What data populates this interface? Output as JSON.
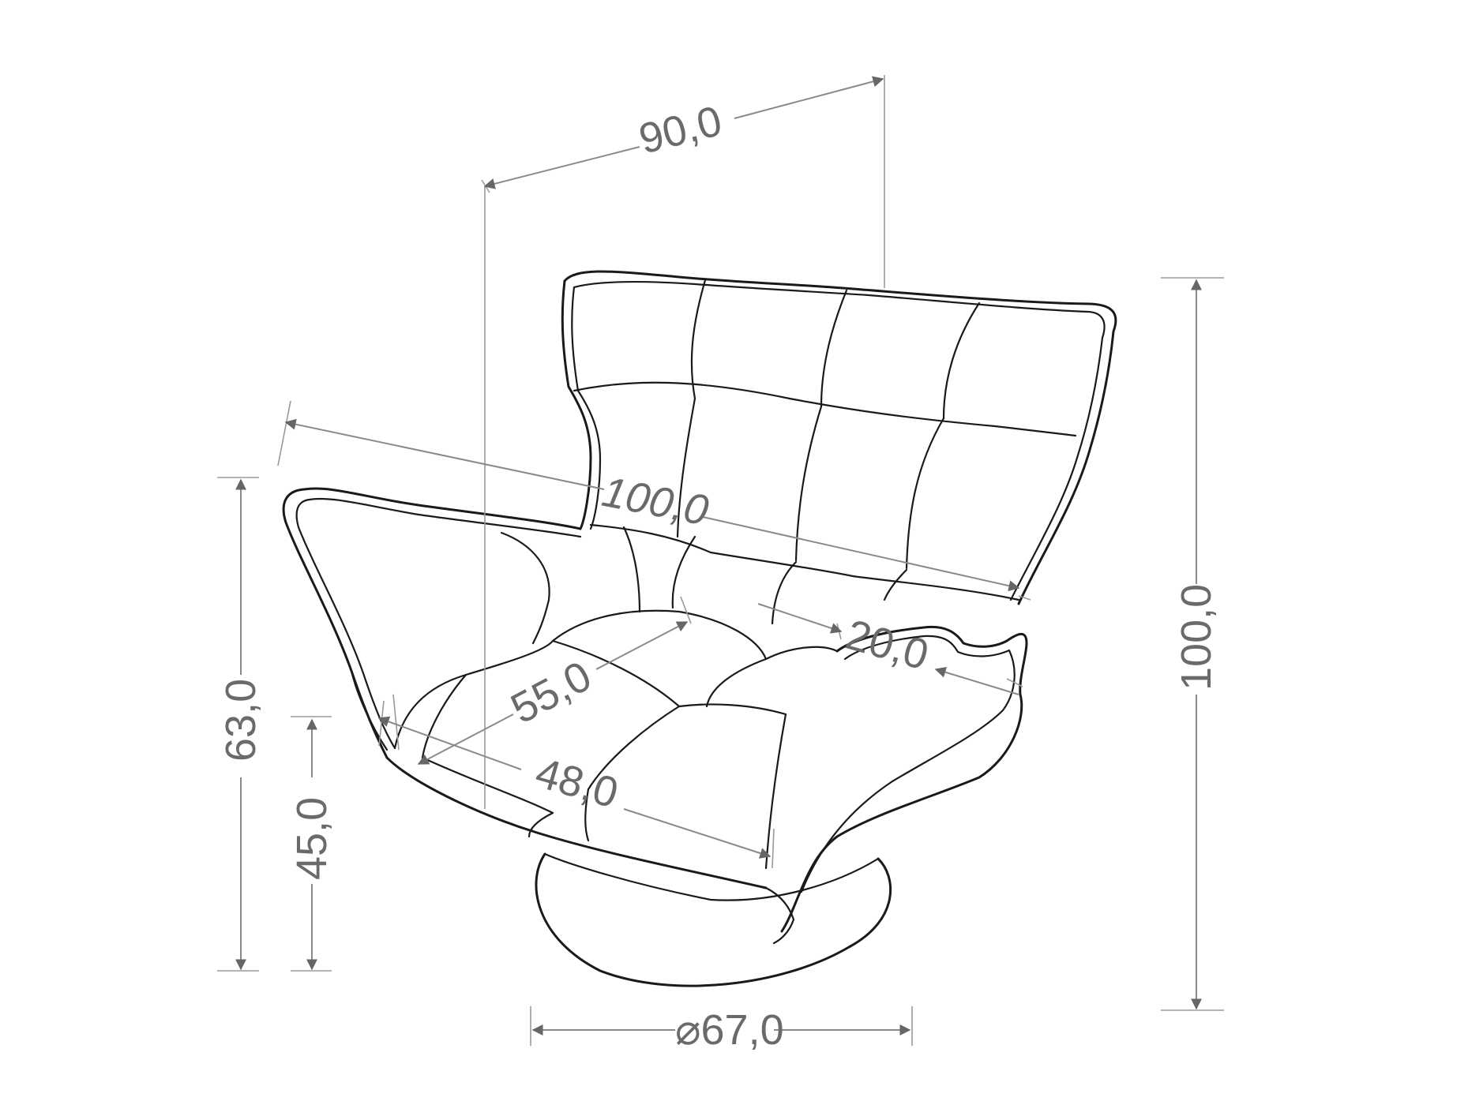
{
  "diagram": {
    "dimensions": {
      "width_top": "90,0",
      "width_diagonal": "100,0",
      "height_total": "100,0",
      "height_armrest": "63,0",
      "height_seat": "45,0",
      "seat_depth": "55,0",
      "seat_width": "48,0",
      "armrest_width": "20,0",
      "base_diameter": "⌀67,0"
    },
    "colors": {
      "outline": "#1a1a1a",
      "dimension_text": "#6a6a6a",
      "dimension_line": "#8a8a8a",
      "background": "#ffffff"
    }
  }
}
